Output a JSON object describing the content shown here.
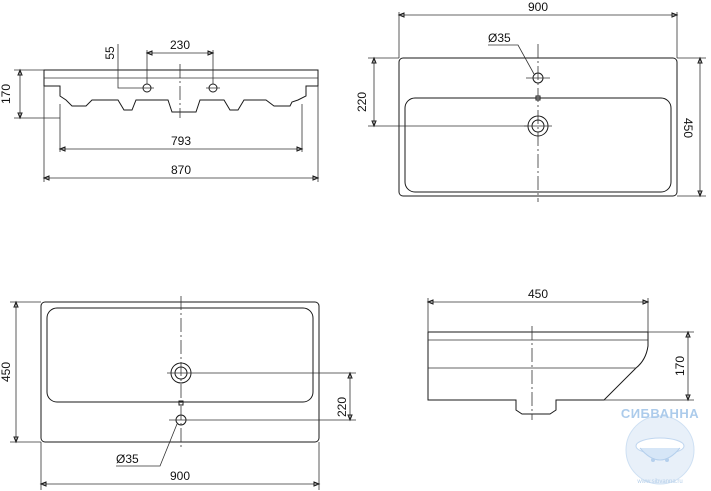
{
  "views": {
    "front": {
      "dims": {
        "holes_offset": "55",
        "holes_spacing": "230",
        "height": "170",
        "inner_width": "793",
        "overall_width": "870"
      }
    },
    "top": {
      "dims": {
        "width": "900",
        "depth": "450",
        "tap_to_drain": "220",
        "tap_diameter": "Ø35"
      }
    },
    "bottom": {
      "dims": {
        "depth": "450",
        "width": "900",
        "tap_to_drain": "220",
        "tap_diameter": "Ø35"
      }
    },
    "side": {
      "dims": {
        "depth": "450",
        "height": "170"
      }
    }
  },
  "watermark": {
    "brand": "СИБВАННА",
    "url": "www.sibvanna.ru"
  }
}
